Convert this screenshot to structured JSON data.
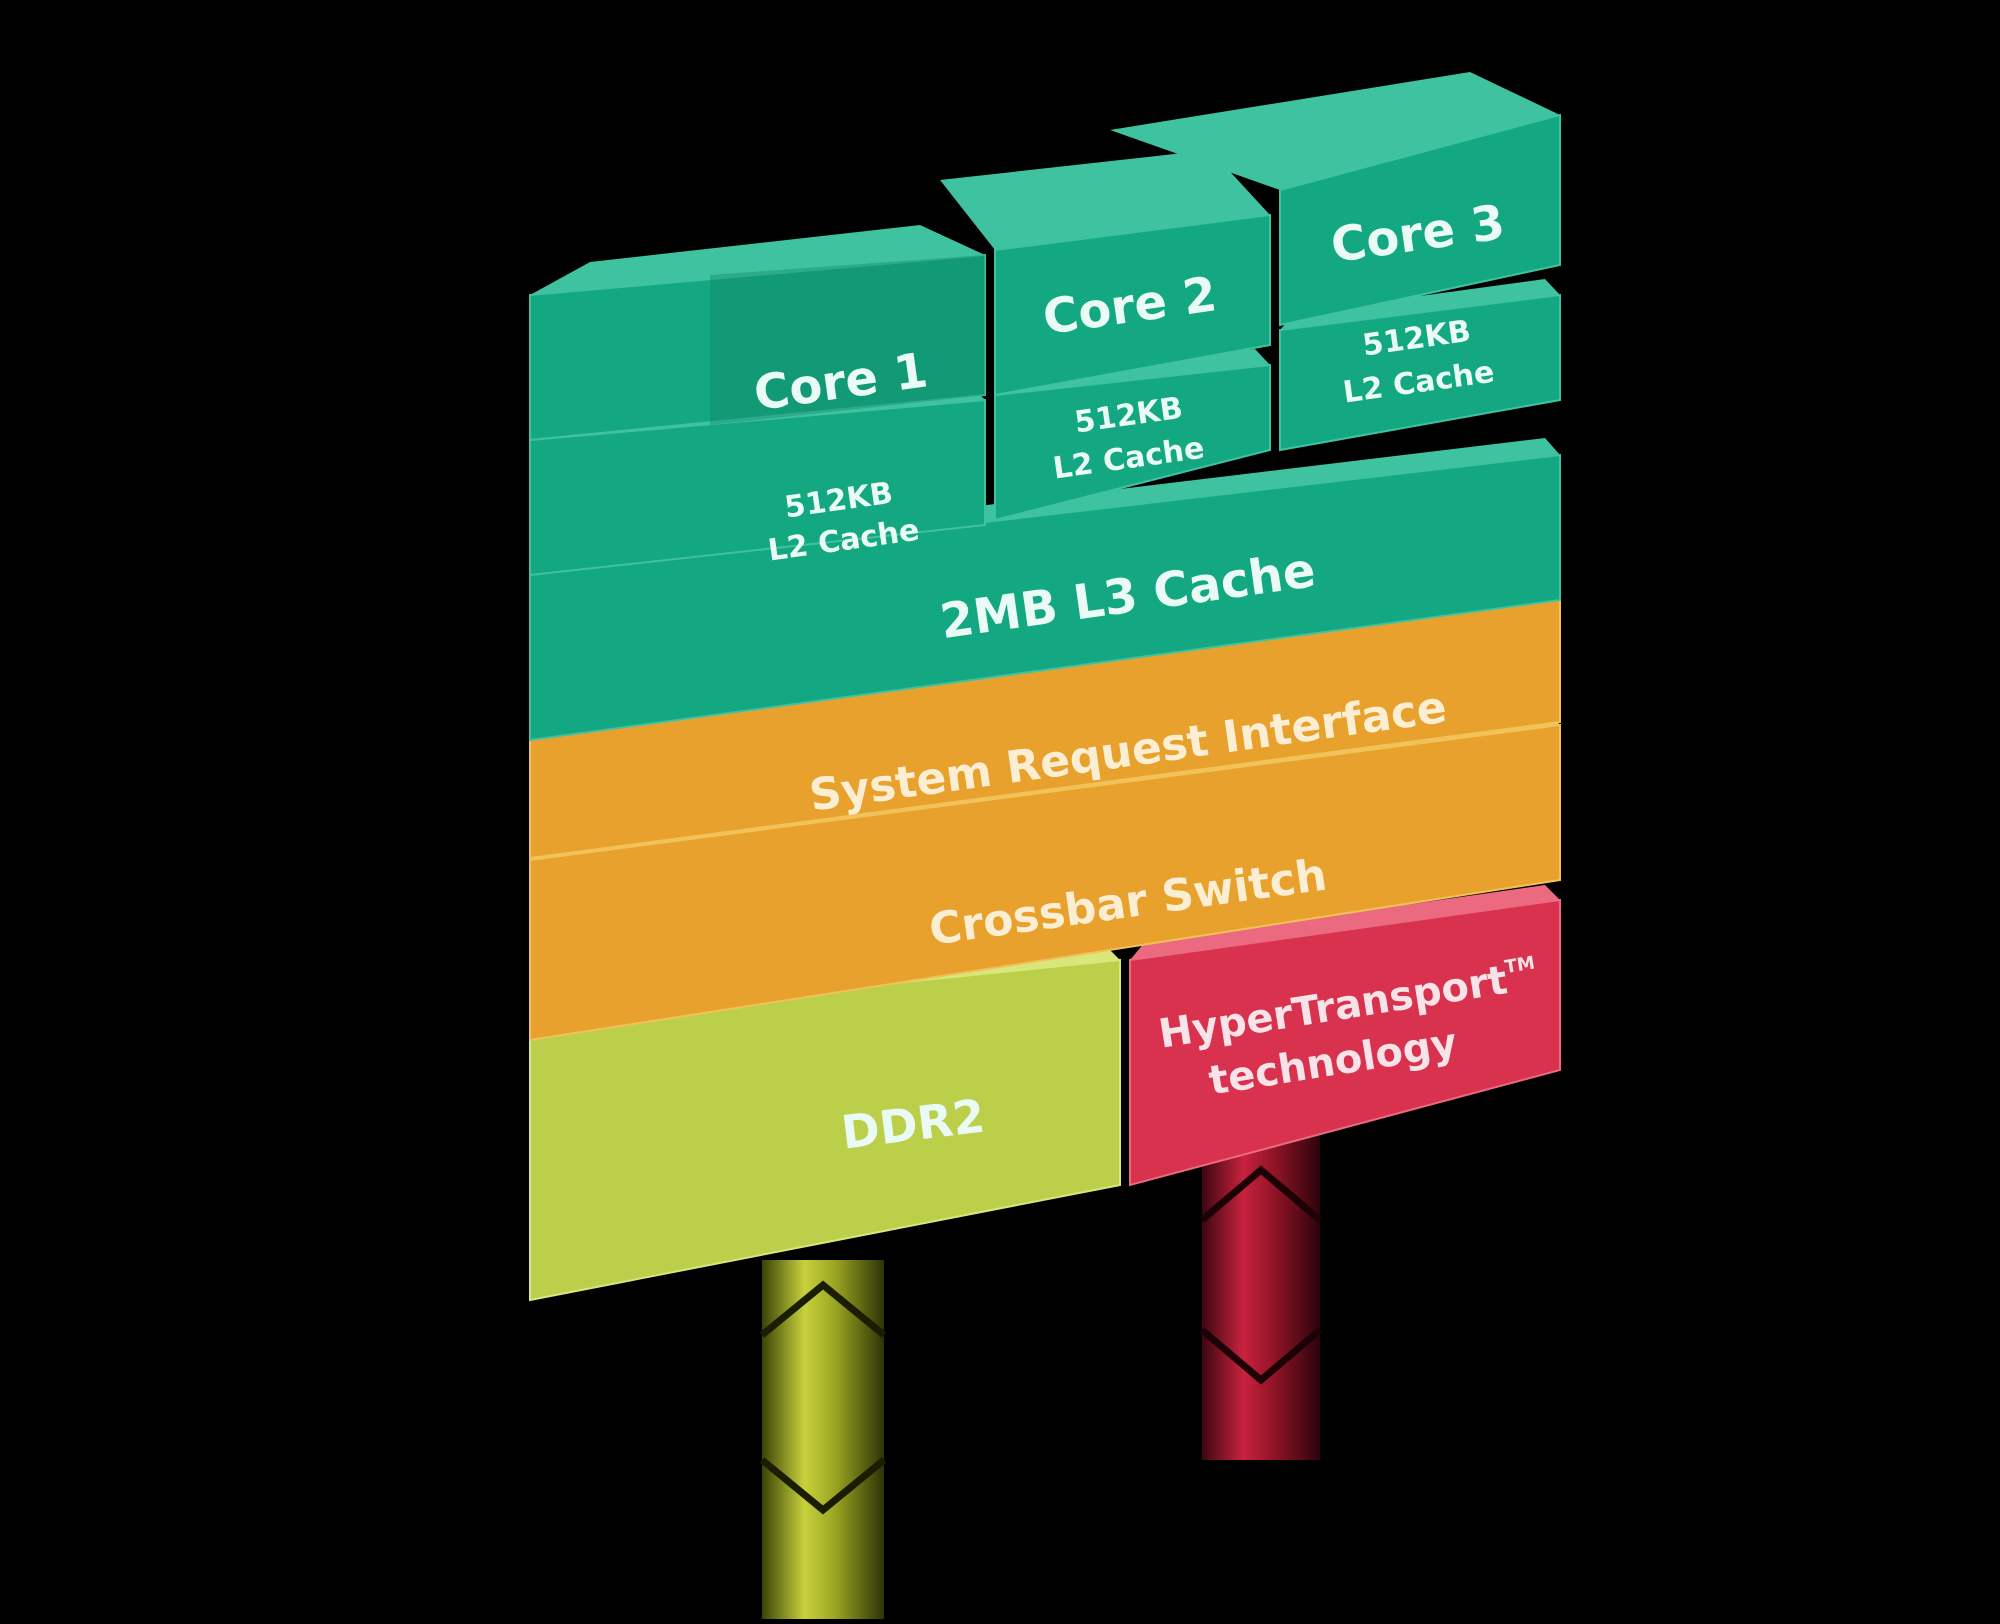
{
  "colors": {
    "background": "#000000",
    "teal_front": "#14a882",
    "teal_top": "#3ec2a0",
    "teal_side": "#0e7d62",
    "orange_front": "#e8a12c",
    "orange_top": "#f2c25a",
    "orange_side": "#b87814",
    "lime_front": "#bccf4a",
    "lime_top": "#d8e67a",
    "lime_side": "#8f9f2a",
    "red_front": "#d8324e",
    "red_top": "#ec6a80",
    "red_side": "#a11c35",
    "label": "#e9fbf4"
  },
  "blocks": {
    "core_1": "Core 1",
    "core_2": "Core 2",
    "core_3": "Core 3",
    "l2_size": "512KB",
    "l2_label": "L2 Cache",
    "l3": "2MB L3 Cache",
    "sri": "System Request Interface",
    "crossbar": "Crossbar Switch",
    "ddr2": "DDR2",
    "hyper_line1": "HyperTransport",
    "hyper_tm": "TM",
    "hyper_line2": "technology"
  }
}
